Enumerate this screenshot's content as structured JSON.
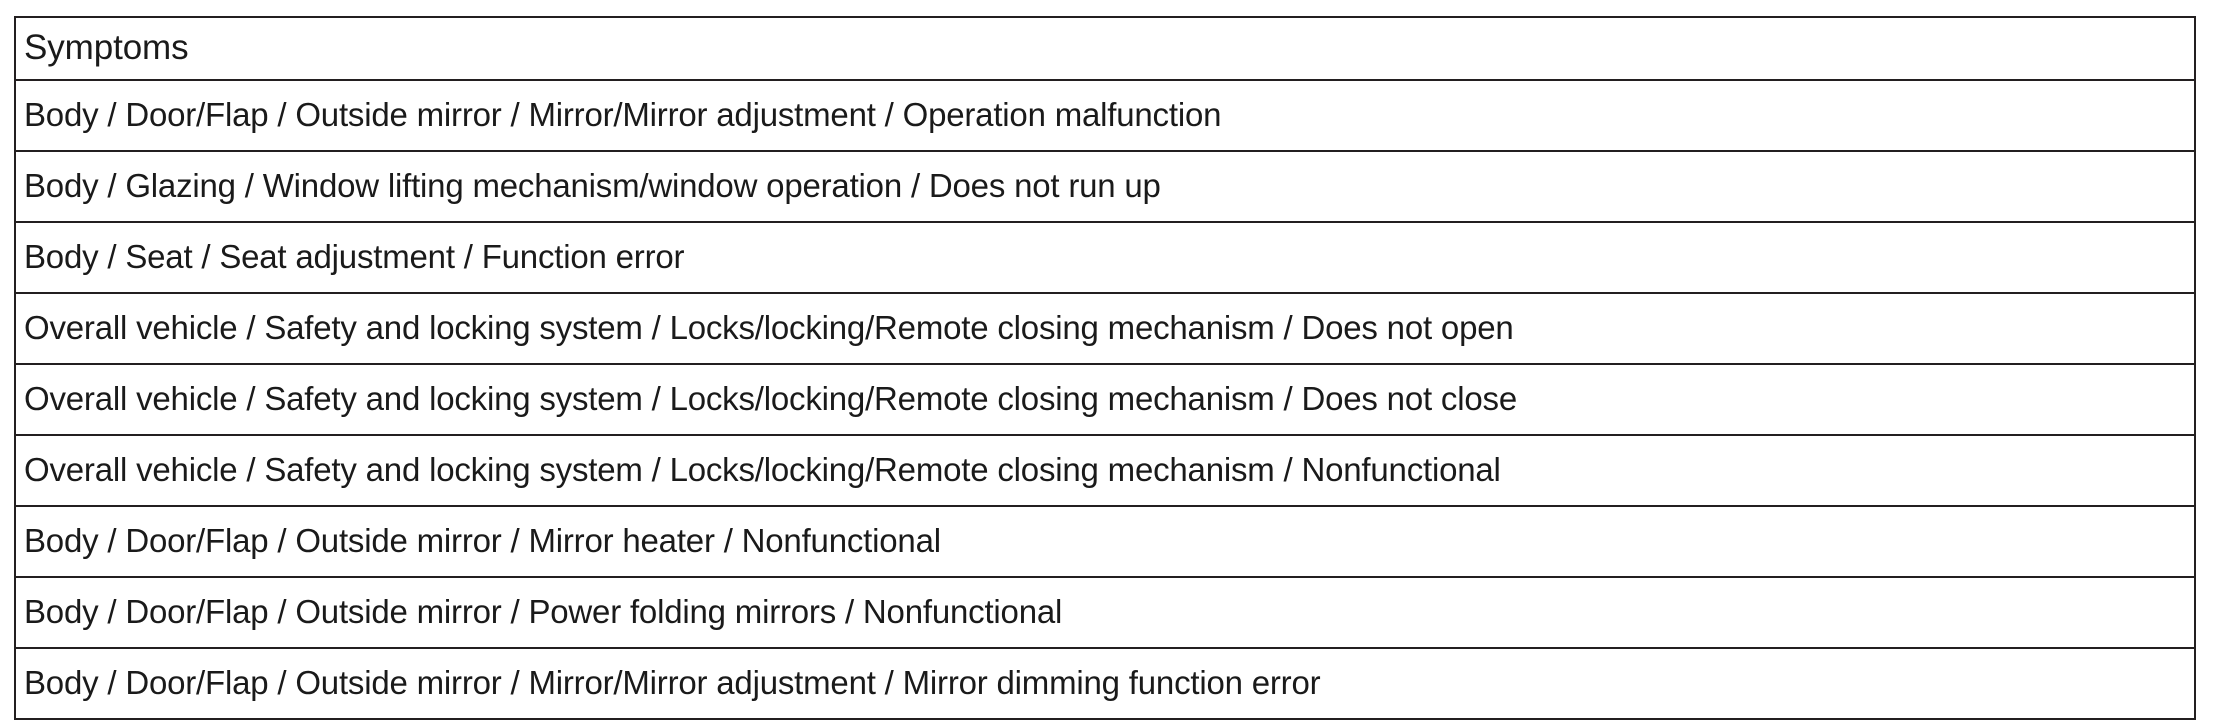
{
  "table": {
    "header": {
      "label": "Symptoms"
    },
    "rows": [
      {
        "symptom": "Body / Door/Flap / Outside mirror / Mirror/Mirror adjustment / Operation malfunction"
      },
      {
        "symptom": "Body / Glazing / Window lifting mechanism/window operation / Does not run up"
      },
      {
        "symptom": "Body / Seat / Seat adjustment / Function error"
      },
      {
        "symptom": "Overall vehicle / Safety and locking system / Locks/locking/Remote closing mechanism / Does not open"
      },
      {
        "symptom": "Overall vehicle / Safety and locking system / Locks/locking/Remote closing mechanism / Does not close"
      },
      {
        "symptom": "Overall vehicle / Safety and locking system / Locks/locking/Remote closing mechanism / Nonfunctional"
      },
      {
        "symptom": "Body / Door/Flap / Outside mirror / Mirror heater / Nonfunctional"
      },
      {
        "symptom": "Body / Door/Flap / Outside mirror / Power folding mirrors / Nonfunctional"
      },
      {
        "symptom": "Body / Door/Flap / Outside mirror / Mirror/Mirror adjustment / Mirror dimming function error"
      }
    ],
    "colors": {
      "border": "#231f20",
      "text": "#1a1a1a",
      "background": "#ffffff"
    }
  }
}
